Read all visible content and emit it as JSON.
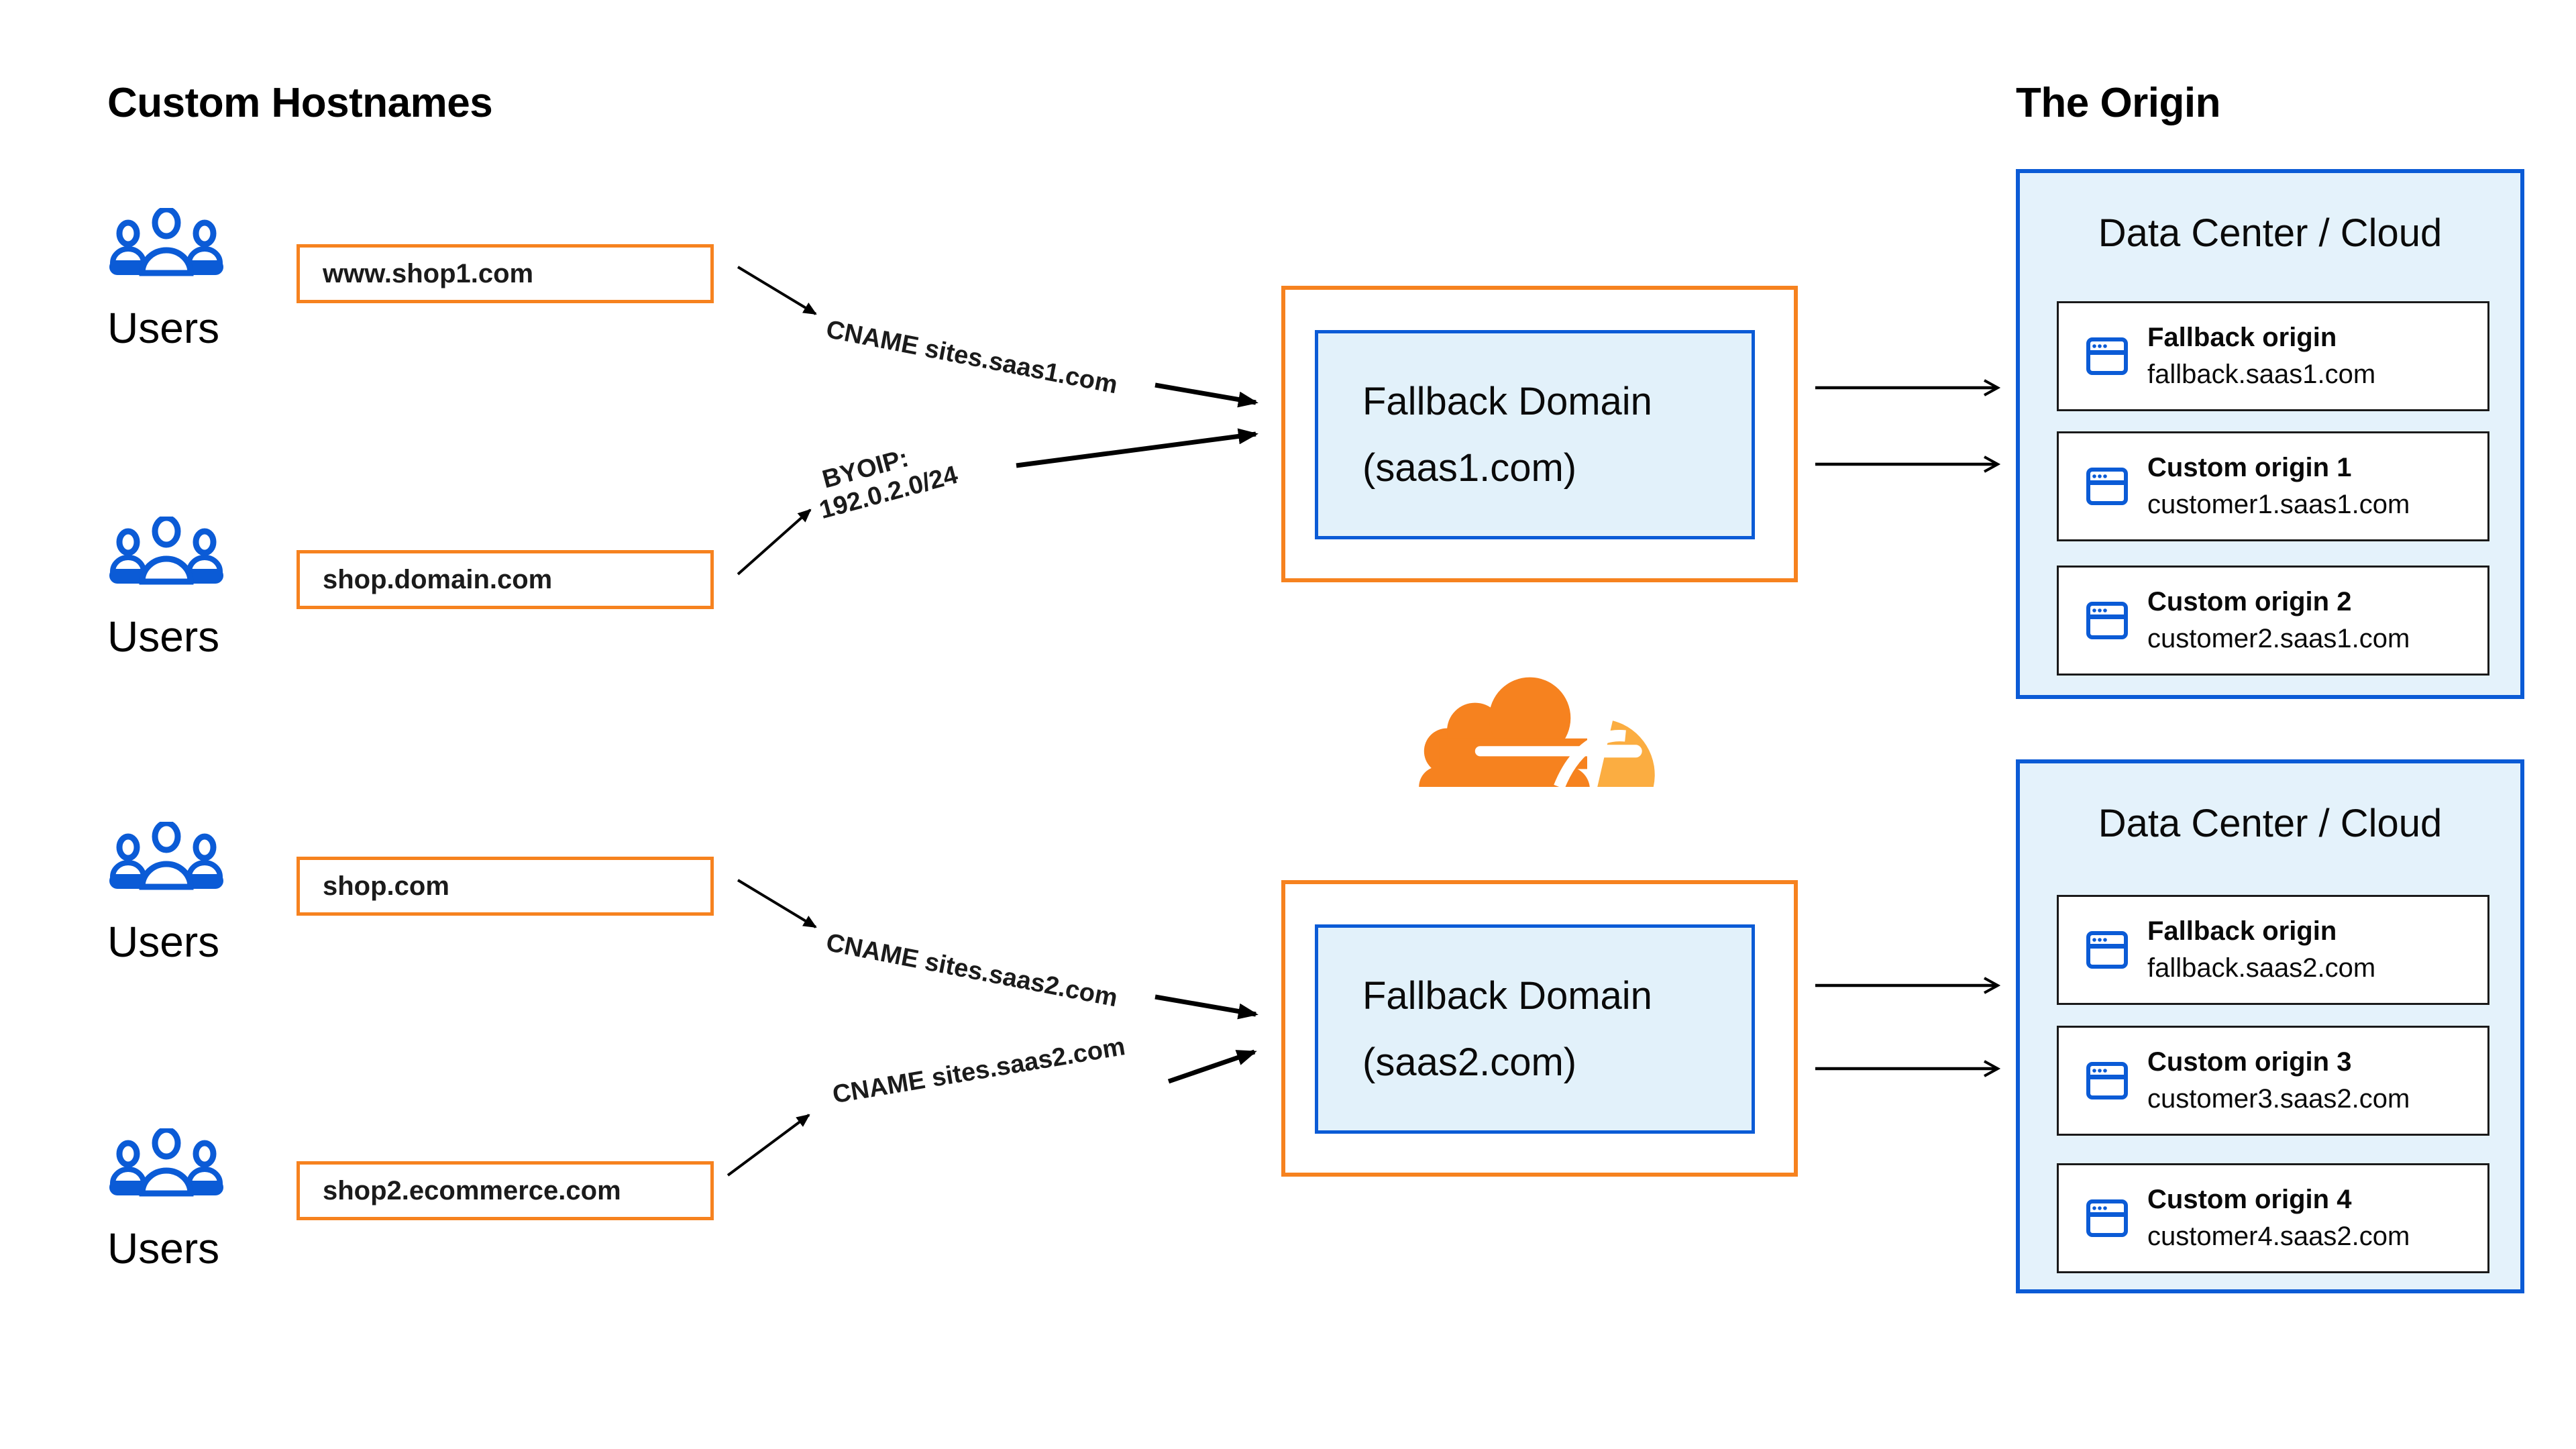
{
  "colors": {
    "orange": "#F6821F",
    "blue": "#0B5BD6",
    "fallback_fill": "#E2F1FA",
    "datacenter_fill": "#E4F2FB",
    "logo_orange": "#F6821F",
    "logo_amber": "#FBAD41",
    "arrow": "#000000",
    "text": "#0A0A0A"
  },
  "icons": {
    "users": "users-icon",
    "browser": "browser-window-icon",
    "logo": "cloudflare-logo"
  },
  "left": {
    "title": "Custom Hostnames",
    "groups": [
      {
        "users_label": "Users",
        "hostname": "www.shop1.com"
      },
      {
        "users_label": "Users",
        "hostname": "shop.domain.com"
      },
      {
        "users_label": "Users",
        "hostname": "shop.com"
      },
      {
        "users_label": "Users",
        "hostname": "shop2.ecommerce.com"
      }
    ]
  },
  "middle": {
    "routes": [
      {
        "label": "CNAME sites.saas1.com"
      },
      {
        "label_line1": "BYOIP:",
        "label_line2": "192.0.2.0/24"
      },
      {
        "label": "CNAME sites.saas2.com"
      },
      {
        "label": "CNAME sites.saas2.com"
      }
    ],
    "fallback_domains": [
      {
        "line1": "Fallback Domain",
        "line2": "(saas1.com)"
      },
      {
        "line1": "Fallback Domain",
        "line2": "(saas2.com)"
      }
    ]
  },
  "right": {
    "title": "The Origin",
    "data_centers": [
      {
        "title": "Data Center / Cloud",
        "origins": [
          {
            "name": "Fallback origin",
            "host": "fallback.saas1.com"
          },
          {
            "name": "Custom origin 1",
            "host": "customer1.saas1.com"
          },
          {
            "name": "Custom origin 2",
            "host": "customer2.saas1.com"
          }
        ]
      },
      {
        "title": "Data Center / Cloud",
        "origins": [
          {
            "name": "Fallback origin",
            "host": "fallback.saas2.com"
          },
          {
            "name": "Custom origin 3",
            "host": "customer3.saas2.com"
          },
          {
            "name": "Custom origin 4",
            "host": "customer4.saas2.com"
          }
        ]
      }
    ]
  }
}
